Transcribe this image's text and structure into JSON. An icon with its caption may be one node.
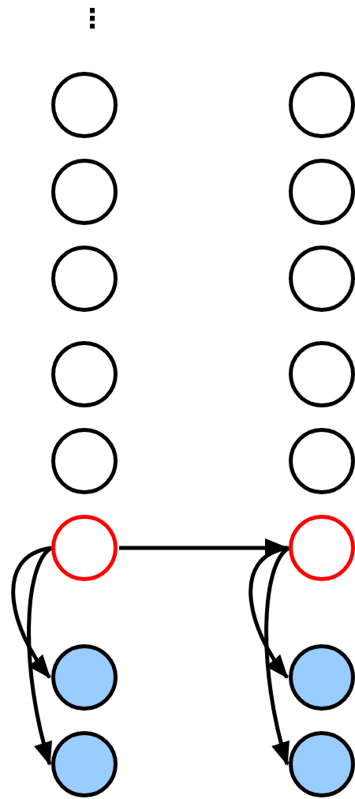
{
  "diagram": {
    "nodes": [
      {
        "text": [],
        "shape": "circle"
      },
      {
        "text": [],
        "shape": "circle"
      },
      {
        "text": [],
        "shape": "circle"
      },
      {
        "text": [],
        "shape": "circle"
      },
      {
        "text": [],
        "shape": "circle"
      },
      {
        "text": [],
        "shape": "circle"
      },
      {
        "text": [],
        "shape": "circle"
      },
      {
        "text": [],
        "shape": "circle"
      },
      {
        "text": [],
        "shape": "circle"
      },
      {
        "text": [],
        "shape": "circle"
      },
      {
        "text": [],
        "shape": "circle"
      },
      {
        "text": [],
        "shape": "circle"
      },
      {
        "text": [],
        "shape": "circle"
      },
      {
        "text": [],
        "shape": "circle"
      },
      {
        "text": [],
        "shape": "circle"
      },
      {
        "text": [],
        "shape": "circle"
      }
    ],
    "edges": [
      {
        "from": 10,
        "to": 11,
        "arrow": "to"
      },
      {
        "from": 10,
        "to": 12,
        "arrow": "to"
      },
      {
        "from": 10,
        "to": 14,
        "arrow": "to"
      },
      {
        "from": 11,
        "to": 13,
        "arrow": "to"
      },
      {
        "from": 11,
        "to": 15,
        "arrow": "to"
      }
    ],
    "labels": [
      "⋮"
    ]
  }
}
